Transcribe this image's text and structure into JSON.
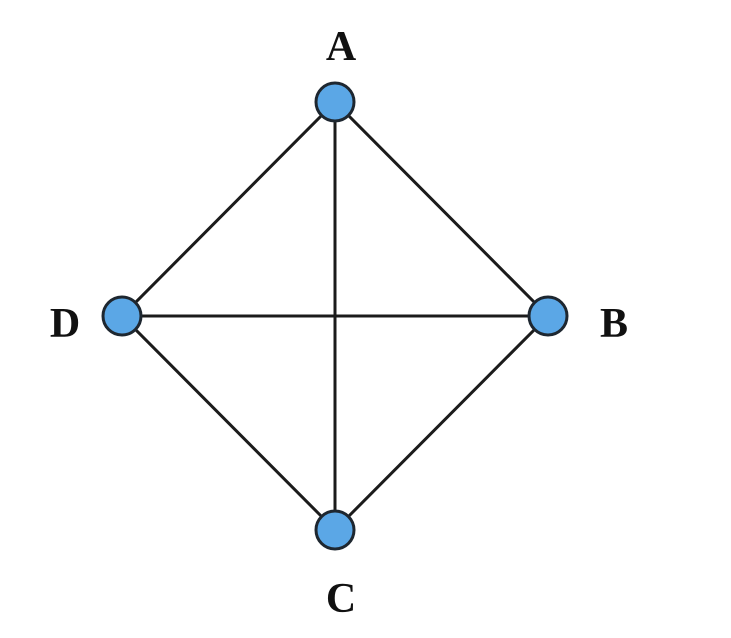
{
  "graph": {
    "nodes": [
      {
        "id": "A",
        "label": "A"
      },
      {
        "id": "B",
        "label": "B"
      },
      {
        "id": "C",
        "label": "C"
      },
      {
        "id": "D",
        "label": "D"
      }
    ],
    "edges": [
      {
        "from": "A",
        "to": "B"
      },
      {
        "from": "A",
        "to": "C"
      },
      {
        "from": "A",
        "to": "D"
      },
      {
        "from": "B",
        "to": "C"
      },
      {
        "from": "B",
        "to": "D"
      },
      {
        "from": "C",
        "to": "D"
      }
    ]
  },
  "colors": {
    "node_fill": "#5ba7e6",
    "node_stroke": "#1e2730",
    "edge_stroke": "#1b1b1b",
    "label": "#111111",
    "background": "#ffffff"
  }
}
